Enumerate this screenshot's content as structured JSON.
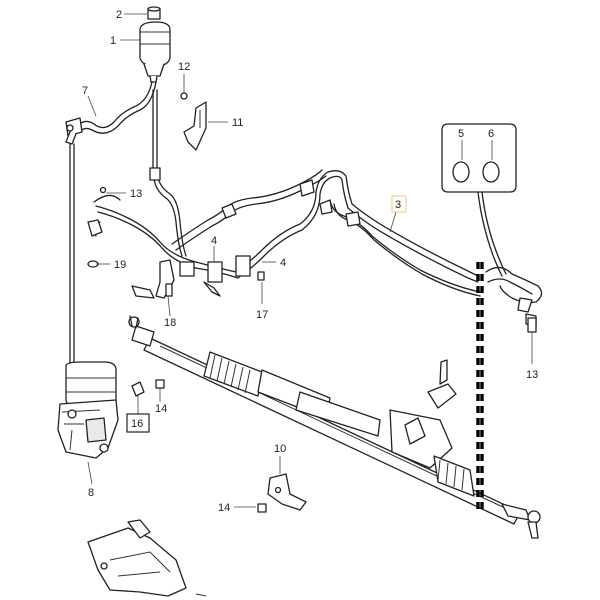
{
  "callouts": [
    {
      "id": "c2",
      "text": "2"
    },
    {
      "id": "c1",
      "text": "1"
    },
    {
      "id": "c12",
      "text": "12"
    },
    {
      "id": "c7",
      "text": "7"
    },
    {
      "id": "c11",
      "text": "11"
    },
    {
      "id": "c5",
      "text": "5"
    },
    {
      "id": "c6",
      "text": "6"
    },
    {
      "id": "c13a",
      "text": "13"
    },
    {
      "id": "c3",
      "text": "3"
    },
    {
      "id": "c4a",
      "text": "4"
    },
    {
      "id": "c19",
      "text": "19"
    },
    {
      "id": "c4b",
      "text": "4"
    },
    {
      "id": "c18",
      "text": "18"
    },
    {
      "id": "c17",
      "text": "17"
    },
    {
      "id": "c13b",
      "text": "13"
    },
    {
      "id": "c14a",
      "text": "14"
    },
    {
      "id": "c16",
      "text": "16"
    },
    {
      "id": "c8",
      "text": "8"
    },
    {
      "id": "c10",
      "text": "10"
    },
    {
      "id": "c14b",
      "text": "14"
    }
  ],
  "colors": {
    "line": "#222222",
    "background": "#ffffff",
    "highlight_box": "#f2d38a"
  }
}
